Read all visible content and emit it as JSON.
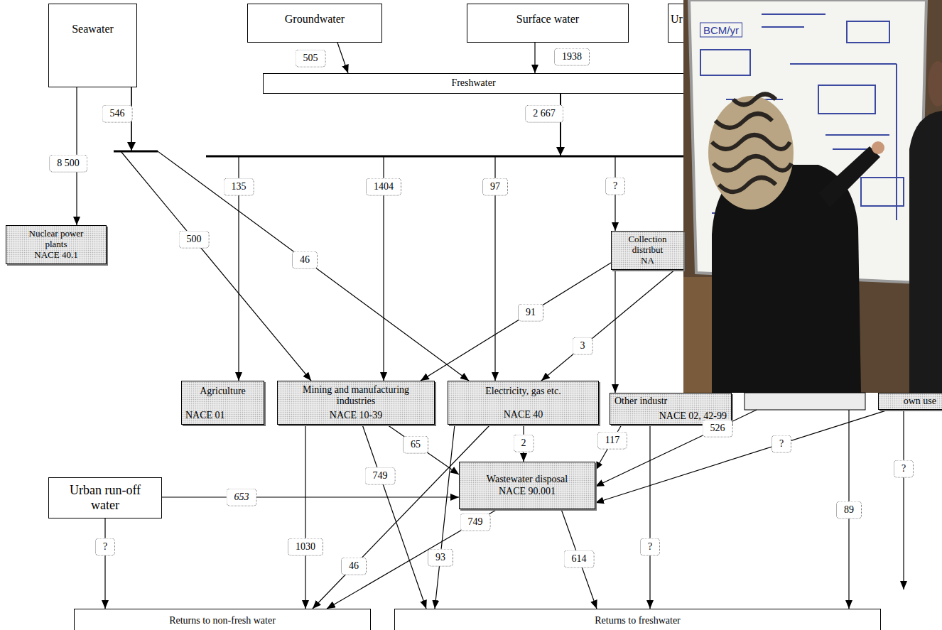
{
  "diagram": {
    "nodes": [
      {
        "text": [
          "Seawater"
        ]
      },
      {
        "text": [
          "Groundwater"
        ]
      },
      {
        "text": [
          "Surface water"
        ]
      },
      {
        "text": [
          "Ur"
        ]
      },
      {
        "text": [
          "Freshwater"
        ]
      },
      {
        "text": [
          "Nuclear power plants",
          "NACE 40.1"
        ]
      },
      {
        "text": [
          "Collection distribut",
          "NA"
        ]
      },
      {
        "text": [
          "Agriculture",
          "NACE 01"
        ]
      },
      {
        "text": [
          "Mining and manufacturing industries",
          "NACE 10-39"
        ]
      },
      {
        "text": [
          "Electricity, gas etc.",
          "NACE 40"
        ]
      },
      {
        "text": [
          "Other industr",
          "NACE 02, 42-99"
        ]
      },
      {
        "text": [
          "own use"
        ]
      },
      {
        "text": [
          "Urban run-off water"
        ]
      },
      {
        "text": [
          "Wastewater disposal",
          "NACE 90.001"
        ]
      },
      {
        "text": [
          "Returns to non-fresh water"
        ]
      },
      {
        "text": [
          "Returns to freshwater"
        ]
      }
    ],
    "edges": [
      {
        "from": 1,
        "to": 4,
        "arrow": "to",
        "label": "505"
      },
      {
        "from": 2,
        "to": 4,
        "arrow": "to",
        "label": "1938"
      },
      {
        "from": 0,
        "to": 5,
        "arrow": "to",
        "label": "8 500"
      },
      {
        "from": 0,
        "to": 8,
        "arrow": "to",
        "label": "500"
      },
      {
        "from": 0,
        "to": 9,
        "arrow": "to",
        "label": "46"
      },
      {
        "from": 4,
        "to": 7,
        "arrow": "to",
        "label": "135"
      },
      {
        "from": 4,
        "to": 8,
        "arrow": "to",
        "label": "1404"
      },
      {
        "from": 4,
        "to": 9,
        "arrow": "to",
        "label": "97"
      },
      {
        "from": 4,
        "to": 6,
        "arrow": "to",
        "label": "?"
      },
      {
        "from": 6,
        "to": 8,
        "arrow": "to",
        "label": "91"
      },
      {
        "from": 6,
        "to": 9,
        "arrow": "to",
        "label": "3"
      },
      {
        "from": 6,
        "to": 10,
        "arrow": "to"
      },
      {
        "from": 8,
        "to": 14,
        "arrow": "to",
        "label": "1030"
      },
      {
        "from": 8,
        "to": 15,
        "arrow": "to",
        "label": "749"
      },
      {
        "from": 8,
        "to": 13,
        "arrow": "to",
        "label": "65"
      },
      {
        "from": 9,
        "to": 14,
        "arrow": "to",
        "label": "46"
      },
      {
        "from": 9,
        "to": 15,
        "arrow": "to",
        "label": "93"
      },
      {
        "from": 9,
        "to": 13,
        "arrow": "to",
        "label": "2"
      },
      {
        "from": 10,
        "to": 13,
        "arrow": "to",
        "label": "117"
      },
      {
        "from": 11,
        "to": 13,
        "arrow": "to",
        "label": "?"
      },
      {
        "from": 12,
        "to": 13,
        "arrow": "to",
        "label": "653"
      },
      {
        "from": 12,
        "to": 14,
        "arrow": "to",
        "label": "?"
      },
      {
        "from": 13,
        "to": 14,
        "arrow": "to",
        "label": "749"
      },
      {
        "from": 13,
        "to": 15,
        "arrow": "to",
        "label": "614"
      },
      {
        "from": 10,
        "to": 15,
        "arrow": "to",
        "label": "?"
      }
    ],
    "labels": [
      "2 667",
      "546",
      "526",
      "89",
      "?",
      "BCM/yr"
    ]
  }
}
